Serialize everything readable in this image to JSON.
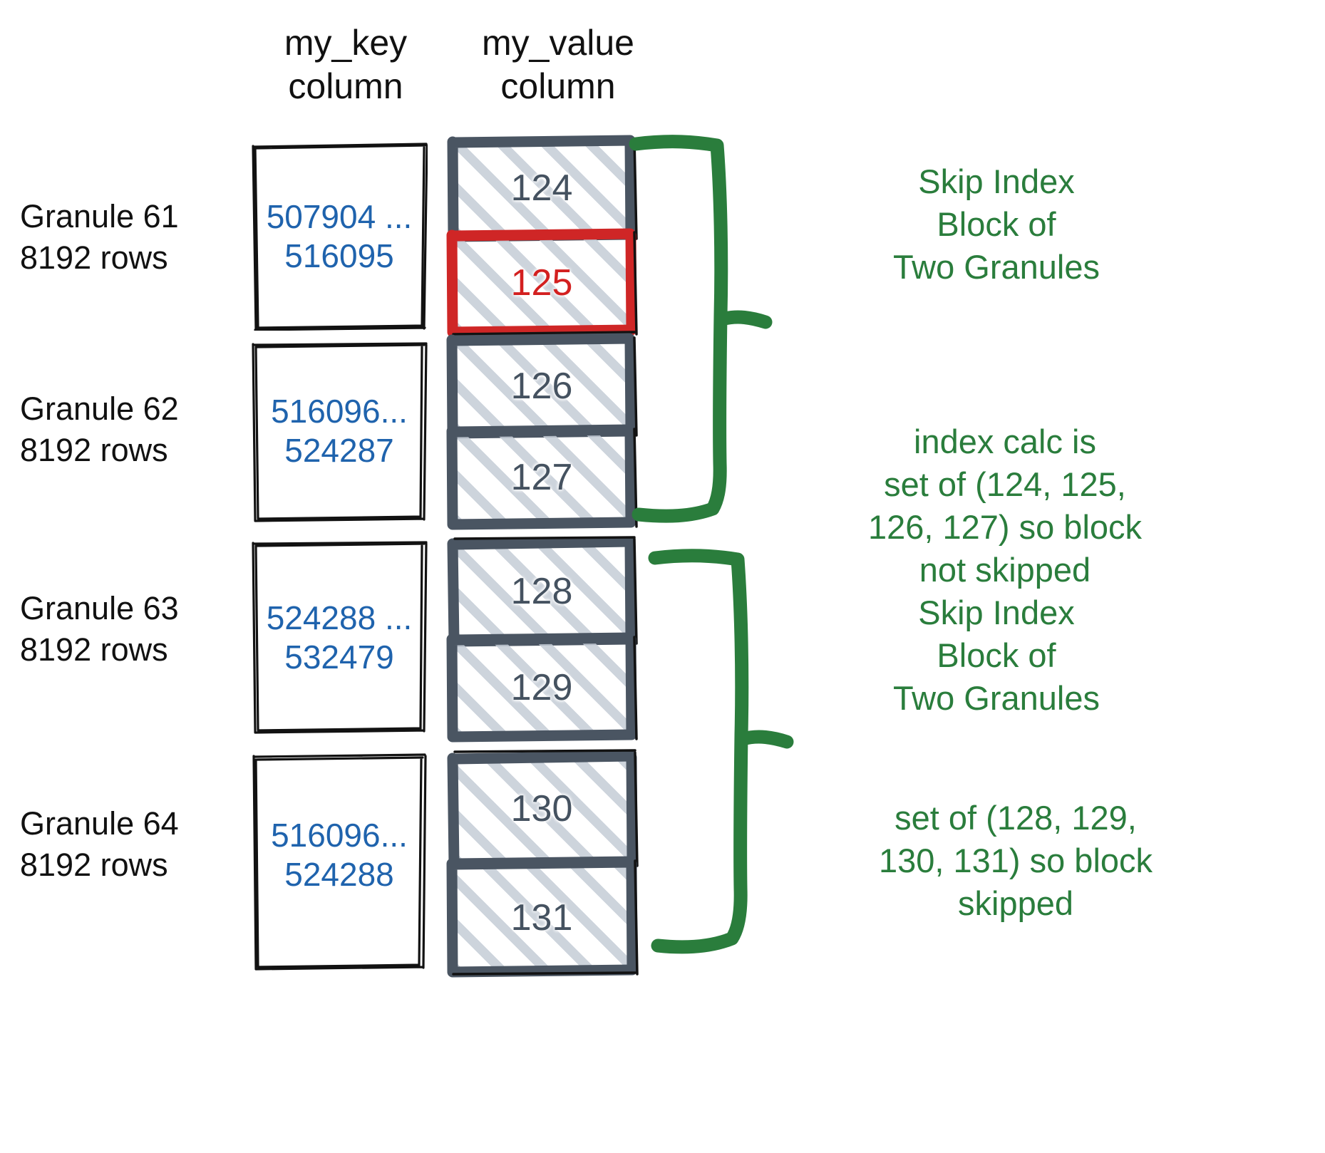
{
  "palette": {
    "key_text": "#1f63ad",
    "value_text": "#455260",
    "highlight_red": "#d32020",
    "annotation_green": "#2a7d3c",
    "hatch": "#c4ccd6",
    "box_dark": "#4a5562",
    "box_black": "#121212"
  },
  "headers": {
    "key_column": "my_key\ncolumn",
    "value_column": "my_value\ncolumn"
  },
  "granules": [
    {
      "label": "Granule 61\n8192 rows",
      "key_range": "507904 ...\n516095",
      "values": [
        {
          "text": "124",
          "highlighted": false
        },
        {
          "text": "125",
          "highlighted": true
        }
      ]
    },
    {
      "label": "Granule 62\n8192 rows",
      "key_range": "516096...\n524287",
      "values": [
        {
          "text": "126",
          "highlighted": false
        },
        {
          "text": "127",
          "highlighted": false
        }
      ]
    },
    {
      "label": "Granule 63\n8192 rows",
      "key_range": "524288 ...\n532479",
      "values": [
        {
          "text": "128",
          "highlighted": false
        },
        {
          "text": "129",
          "highlighted": false
        }
      ]
    },
    {
      "label": "Granule 64\n8192 rows",
      "key_range": "516096...\n524288",
      "values": [
        {
          "text": "130",
          "highlighted": false
        },
        {
          "text": "131",
          "highlighted": false
        }
      ]
    }
  ],
  "annotations": [
    {
      "text": "Skip Index\nBlock of\nTwo Granules"
    },
    {
      "text": "index calc is\nset of (124, 125,\n126, 127) so block\nnot skipped"
    },
    {
      "text": "Skip Index\nBlock of\nTwo Granules"
    },
    {
      "text": "set of (128, 129,\n130, 131) so block\nskipped"
    }
  ]
}
